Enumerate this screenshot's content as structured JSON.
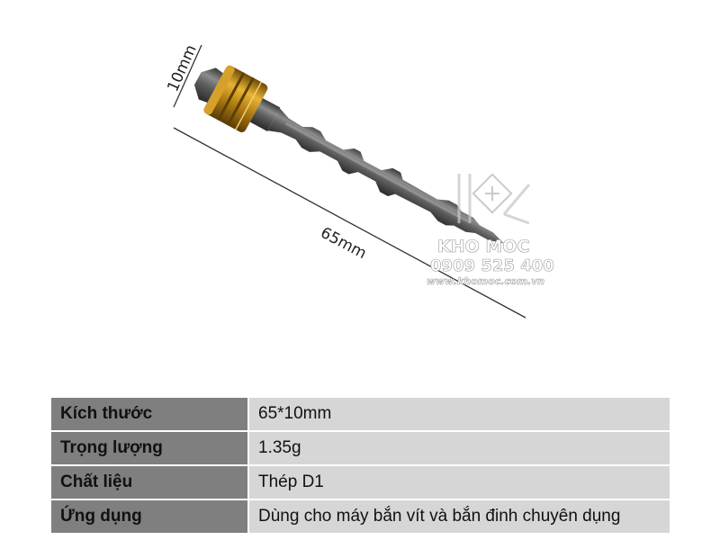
{
  "product_image": {
    "dim_width": "10mm",
    "dim_length": "65mm",
    "watermark": {
      "brand": "KHO MOC",
      "phone": "0909 525 400",
      "website": "www.khomoc.com.vn"
    }
  },
  "specs": [
    {
      "label": "Kích thước",
      "value": "65*10mm"
    },
    {
      "label": "Trọng lượng",
      "value": "1.35g"
    },
    {
      "label": "Chất liệu",
      "value": "Thép D1"
    },
    {
      "label": "Ứng dụng",
      "value": "Dùng cho máy bắn vít và bắn đinh chuyên dụng"
    }
  ]
}
